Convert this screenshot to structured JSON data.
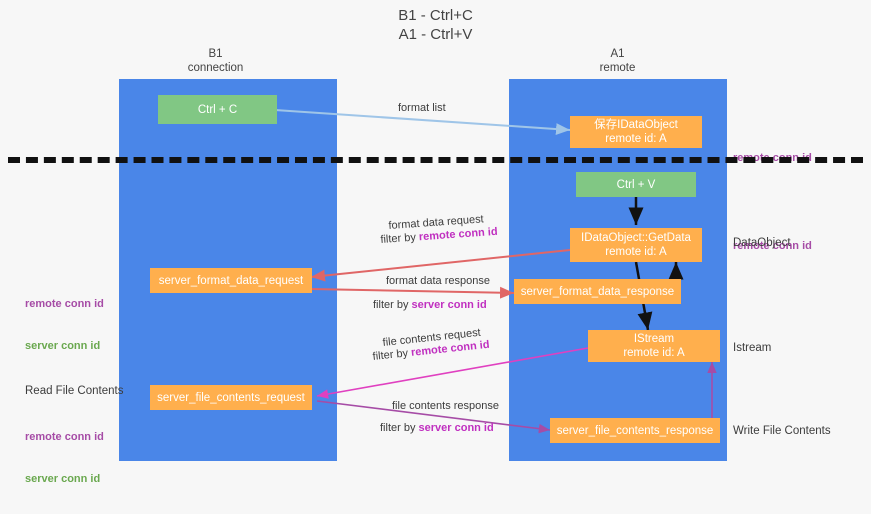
{
  "title": "B1 - Ctrl+C\nA1 - Ctrl+V",
  "columns": {
    "left": {
      "name": "B1",
      "role": "connection",
      "label": "B1\nconnection"
    },
    "right": {
      "name": "A1",
      "role": "remote",
      "label": "A1\nremote"
    }
  },
  "colors": {
    "lane": "#4a86e8",
    "green_box": "#81c784",
    "orange_box": "#ffaf4d",
    "remote_conn_id": "#a64ca6",
    "server_conn_id": "#6aa84f",
    "divider": "#111111",
    "arrow_format_list": "#9fc5e8",
    "arrow_red": "#e06666",
    "arrow_pink": "#e040c0",
    "arrow_purple": "#a64ca6",
    "arrow_black": "#111111",
    "background": "#f7f7f7"
  },
  "boxes": {
    "ctrl_c": {
      "label": "Ctrl + C",
      "kind": "green"
    },
    "save_idataobject": {
      "label": "保存IDataObject\nremote id: A",
      "kind": "orange"
    },
    "ctrl_v": {
      "label": "Ctrl + V",
      "kind": "green"
    },
    "getdata": {
      "label": "IDataObject::GetData\nremote id: A",
      "kind": "orange"
    },
    "server_format_data_request": {
      "label": "server_format_data_request",
      "kind": "orange"
    },
    "server_format_data_response": {
      "label": "server_format_data_response",
      "kind": "orange"
    },
    "istream": {
      "label": "IStream\nremote id: A",
      "kind": "orange"
    },
    "server_file_contents_request": {
      "label": "server_file_contents_request",
      "kind": "orange"
    },
    "server_file_contents_response": {
      "label": "server_file_contents_response",
      "kind": "orange"
    }
  },
  "right_labels": {
    "remote_conn_id_top": "remote conn id",
    "remote_conn_id_mid": "remote conn id",
    "dataobject": "DataObject",
    "istream": "Istream",
    "write_file_contents": "Write File Contents"
  },
  "left_labels": {
    "remote_conn_id": "remote conn id",
    "server_conn_id": "server conn id",
    "read_file_contents": "Read File Contents",
    "remote_conn_id_bottom": "remote conn id",
    "server_conn_id_bottom": "server conn id"
  },
  "arrows": {
    "format_list": {
      "text": "format list"
    },
    "format_data_request": {
      "line1": "format data request",
      "line2_prefix": "filter by ",
      "line2_key": "remote conn id"
    },
    "format_data_response": {
      "line1": "format data response",
      "line2_prefix": "filter by ",
      "line2_key": "server conn id"
    },
    "file_contents_request": {
      "line1": "file contents request",
      "line2_prefix": "filter by ",
      "line2_key": "remote conn id"
    },
    "file_contents_response": {
      "line1": "file contents response",
      "line2_prefix": "filter by ",
      "line2_key": "server conn id"
    }
  }
}
